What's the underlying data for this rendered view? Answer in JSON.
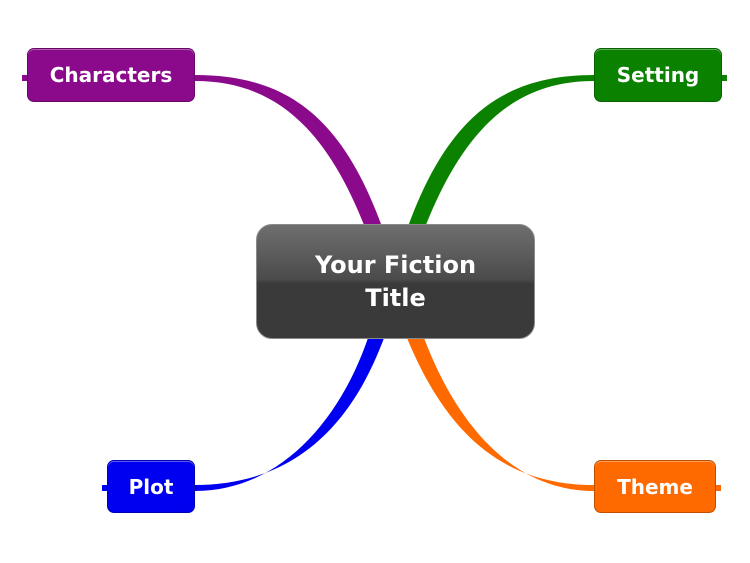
{
  "central": {
    "title": "Your Fiction Title",
    "color": "#3f3f3f"
  },
  "branches": {
    "characters": {
      "label": "Characters",
      "color": "#8b0a8b"
    },
    "setting": {
      "label": "Setting",
      "color": "#0a8200"
    },
    "plot": {
      "label": "Plot",
      "color": "#0000f0"
    },
    "theme": {
      "label": "Theme",
      "color": "#ff6a00"
    }
  }
}
